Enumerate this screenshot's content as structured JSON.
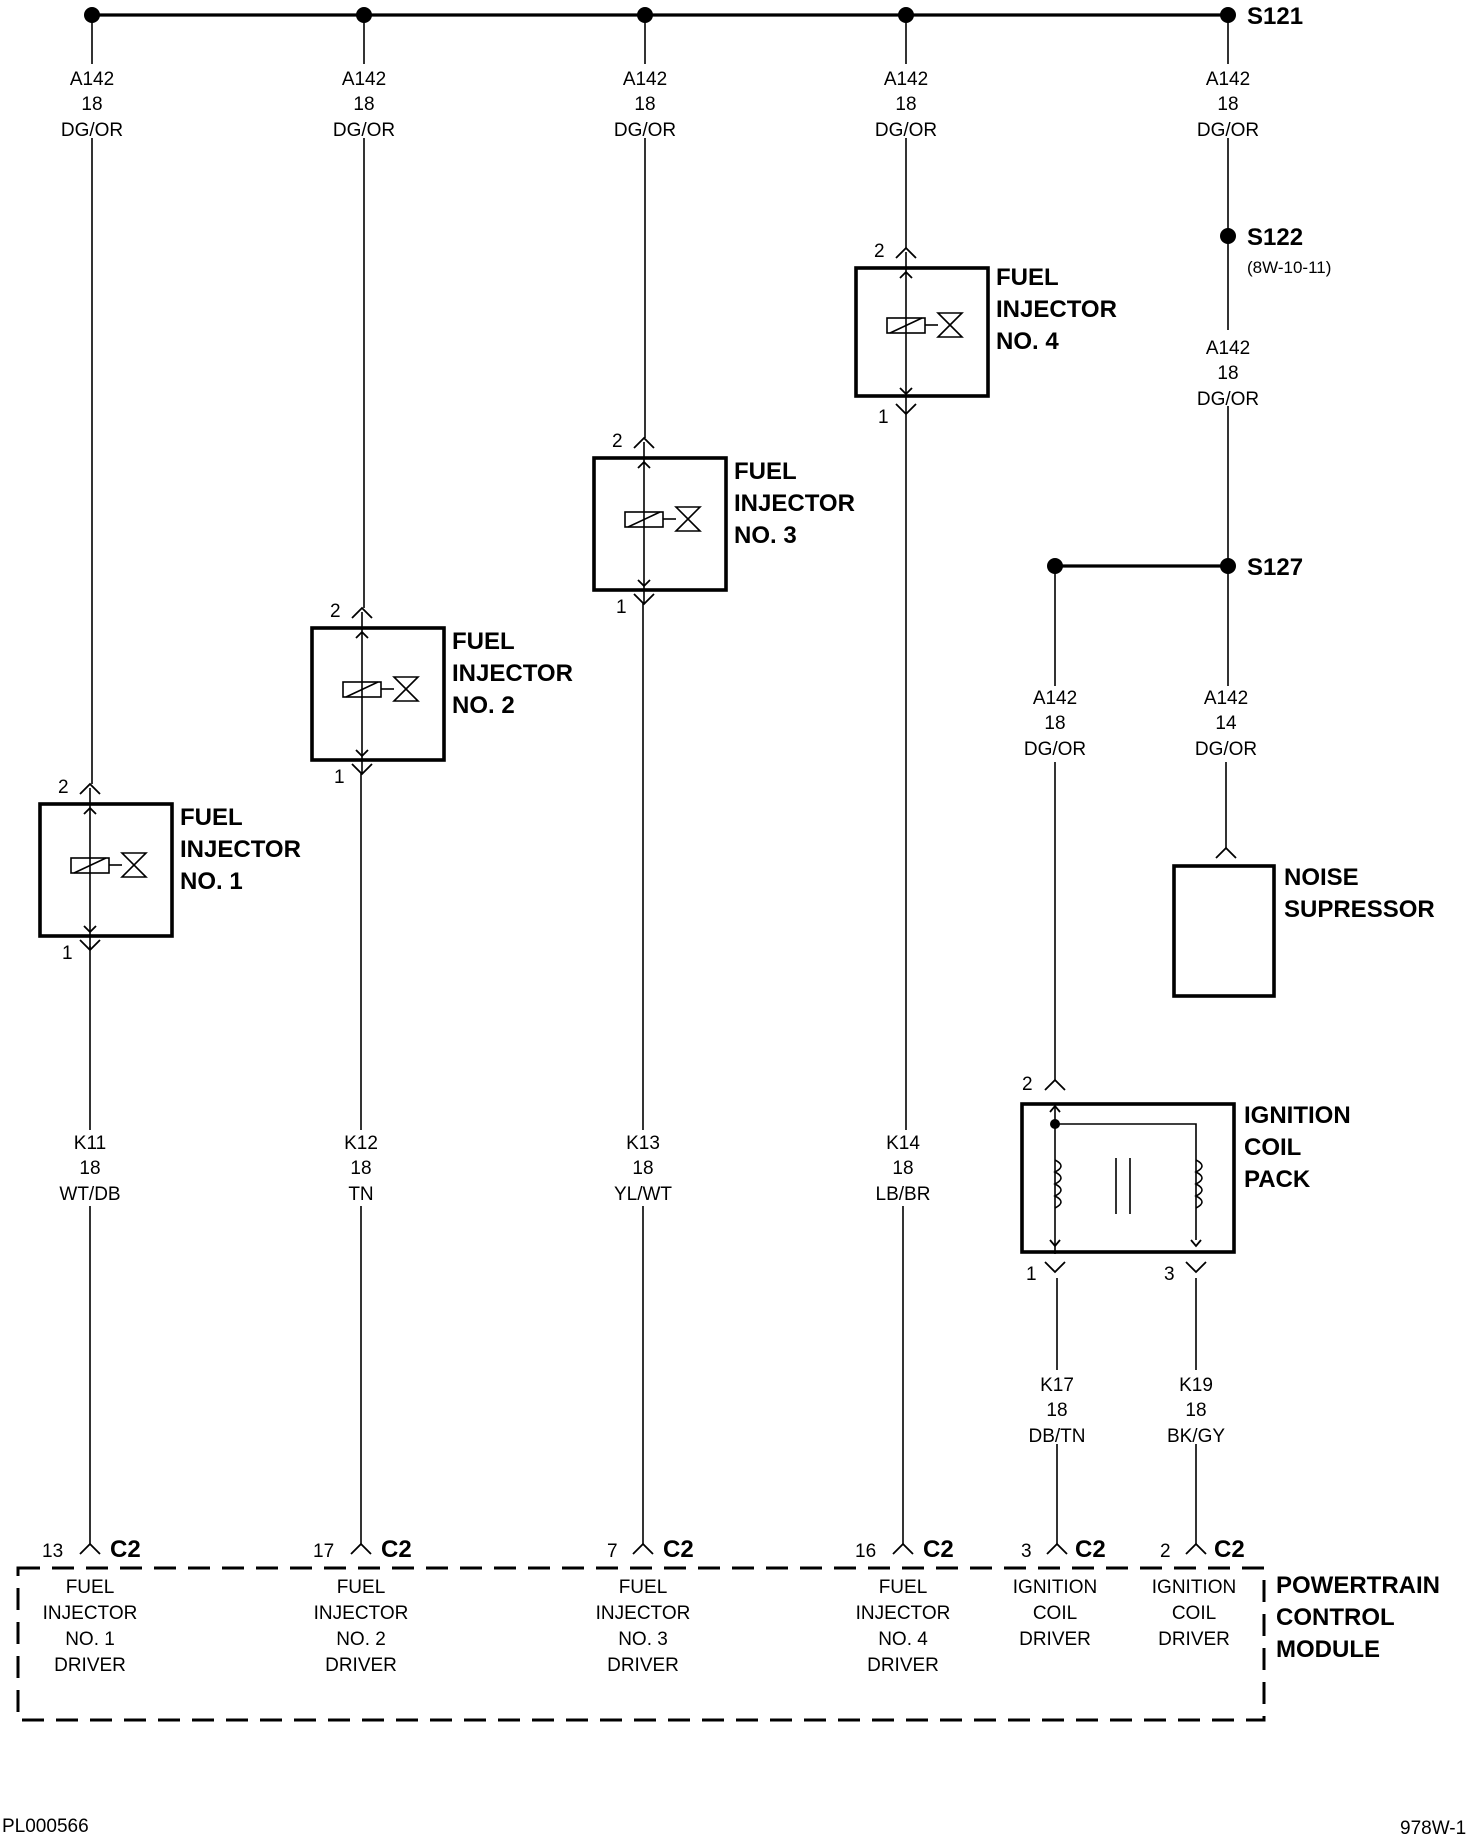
{
  "splices": {
    "s121": "S121",
    "s122": "S122",
    "s122_ref": "(8W-10-11)",
    "s127": "S127"
  },
  "wires": {
    "top_inj1": [
      "A142",
      "18",
      "DG/OR"
    ],
    "top_inj2": [
      "A142",
      "18",
      "DG/OR"
    ],
    "top_inj3": [
      "A142",
      "18",
      "DG/OR"
    ],
    "top_inj4": [
      "A142",
      "18",
      "DG/OR"
    ],
    "top_s121": [
      "A142",
      "18",
      "DG/OR"
    ],
    "s122_s127": [
      "A142",
      "18",
      "DG/OR"
    ],
    "coil_feed": [
      "A142",
      "18",
      "DG/OR"
    ],
    "suppressor_feed": [
      "A142",
      "14",
      "DG/OR"
    ],
    "k11": [
      "K11",
      "18",
      "WT/DB"
    ],
    "k12": [
      "K12",
      "18",
      "TN"
    ],
    "k13": [
      "K13",
      "18",
      "YL/WT"
    ],
    "k14": [
      "K14",
      "18",
      "LB/BR"
    ],
    "k17": [
      "K17",
      "18",
      "DB/TN"
    ],
    "k19": [
      "K19",
      "18",
      "BK/GY"
    ]
  },
  "components": {
    "injector1": [
      "FUEL",
      "INJECTOR",
      "NO. 1"
    ],
    "injector2": [
      "FUEL",
      "INJECTOR",
      "NO. 2"
    ],
    "injector3": [
      "FUEL",
      "INJECTOR",
      "NO. 3"
    ],
    "injector4": [
      "FUEL",
      "INJECTOR",
      "NO. 4"
    ],
    "noise_suppressor": [
      "NOISE",
      "SUPRESSOR"
    ],
    "ignition_coil": [
      "IGNITION",
      "COIL",
      "PACK"
    ],
    "pcm": [
      "POWERTRAIN",
      "CONTROL",
      "MODULE"
    ]
  },
  "pins": {
    "inj_top": "2",
    "inj_bottom": "1",
    "coil_in": "2",
    "coil_out1": "1",
    "coil_out3": "3"
  },
  "pcm_pins": [
    {
      "pin": "13",
      "conn": "C2",
      "desc": [
        "FUEL",
        "INJECTOR",
        "NO. 1",
        "DRIVER"
      ]
    },
    {
      "pin": "17",
      "conn": "C2",
      "desc": [
        "FUEL",
        "INJECTOR",
        "NO. 2",
        "DRIVER"
      ]
    },
    {
      "pin": "7",
      "conn": "C2",
      "desc": [
        "FUEL",
        "INJECTOR",
        "NO. 3",
        "DRIVER"
      ]
    },
    {
      "pin": "16",
      "conn": "C2",
      "desc": [
        "FUEL",
        "INJECTOR",
        "NO. 4",
        "DRIVER"
      ]
    },
    {
      "pin": "3",
      "conn": "C2",
      "desc": [
        "IGNITION",
        "COIL",
        "DRIVER"
      ]
    },
    {
      "pin": "2",
      "conn": "C2",
      "desc": [
        "IGNITION",
        "COIL",
        "DRIVER"
      ]
    }
  ],
  "footer": {
    "left": "PL000566",
    "right": "978W-1"
  }
}
